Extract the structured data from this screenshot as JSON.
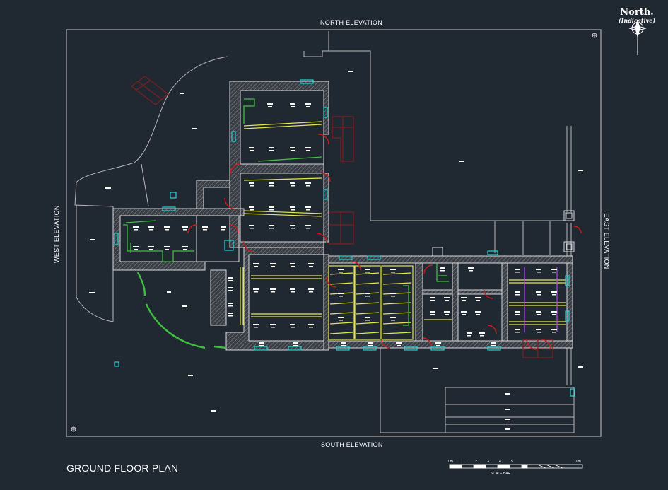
{
  "drawing": {
    "title": "GROUND FLOOR PLAN",
    "north_label": "North.",
    "north_sub": "(Indicative)",
    "elevations": {
      "north": "NORTH ELEVATION",
      "south": "SOUTH ELEVATION",
      "east": "EAST ELEVATION",
      "west": "WEST ELEVATION"
    },
    "scale_bar": {
      "caption": "SCALE BAR",
      "ticks": [
        "0m",
        "1",
        "2",
        "3",
        "4",
        "5",
        "10m"
      ]
    }
  },
  "colors": {
    "background": "#202832",
    "walls": "#d9d9d9",
    "furniture_yellow": "#e6e64a",
    "green": "#3fbf3f",
    "doors_red": "#d01a1a",
    "windows_cyan": "#22d3d3",
    "trees_maroon": "#7a1f1f",
    "magenta": "#c040ff",
    "site_lines": "#c8c8c8"
  },
  "icons": [
    "north-arrow-icon",
    "compass-rose-icon"
  ]
}
